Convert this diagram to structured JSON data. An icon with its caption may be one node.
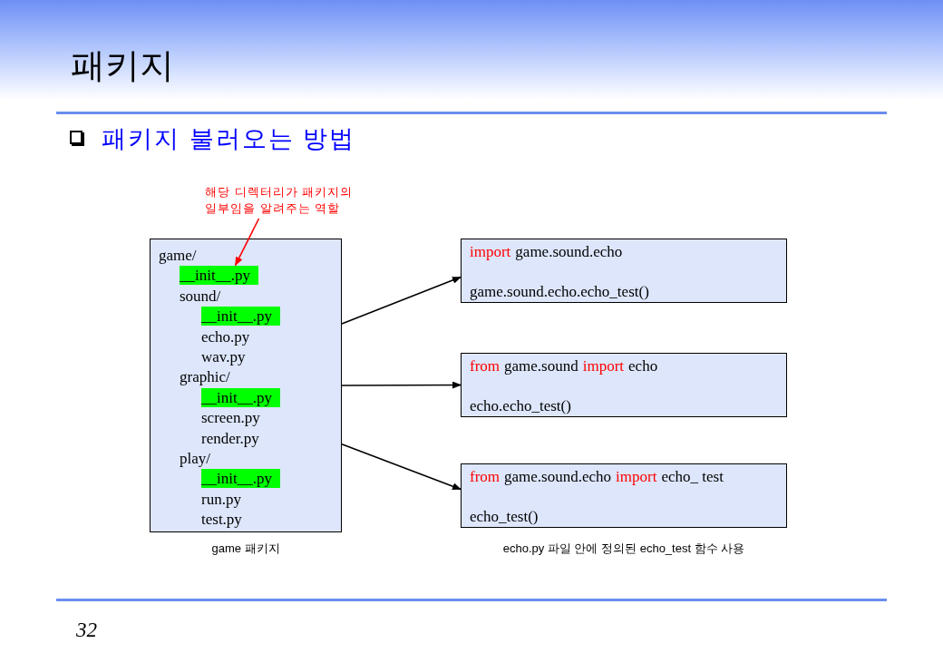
{
  "diagram": {
    "title": "패키지",
    "nodes": [
      {
        "text": [
          "해당 디렉터리가 패키지의 일부임을 알려주는 역할"
        ]
      },
      {
        "text": [
          "game/",
          "sound/",
          "echo.py",
          "wav.py",
          "graphic/",
          "screen.py",
          "render.py",
          "play/",
          "run.py",
          "test.py"
        ],
        "beside": [
          "game 패키지"
        ]
      },
      {
        "text": [
          "__init__.py"
        ],
        "in": 1
      },
      {
        "text": [
          "__init__.py"
        ],
        "in": 1
      },
      {
        "text": [
          "__init__.py"
        ],
        "in": 1
      },
      {
        "text": [
          "__init__.py"
        ],
        "in": 1
      },
      {
        "text": [
          "import",
          "game.sound.echo",
          "game.sound.echo.echo_test()"
        ]
      },
      {
        "text": [
          "from",
          "game.sound",
          "import",
          "echo",
          "echo.echo_test()"
        ]
      },
      {
        "text": [
          "from",
          "game.sound.echo",
          "import",
          "echo_ test",
          "echo_test()"
        ],
        "beside": [
          "echo.py 파일 안에 정의된 echo_test 함수 사용"
        ]
      }
    ],
    "edges": [
      {
        "from": 0,
        "to": 2,
        "arrow": "to",
        "color": "#ff0000"
      },
      {
        "from": 1,
        "to": 6,
        "arrow": "to"
      },
      {
        "from": 1,
        "to": 7,
        "arrow": "to"
      },
      {
        "from": 1,
        "to": 8,
        "arrow": "to"
      }
    ],
    "labels": [
      "패키지 불러오는 방법",
      "32"
    ]
  }
}
